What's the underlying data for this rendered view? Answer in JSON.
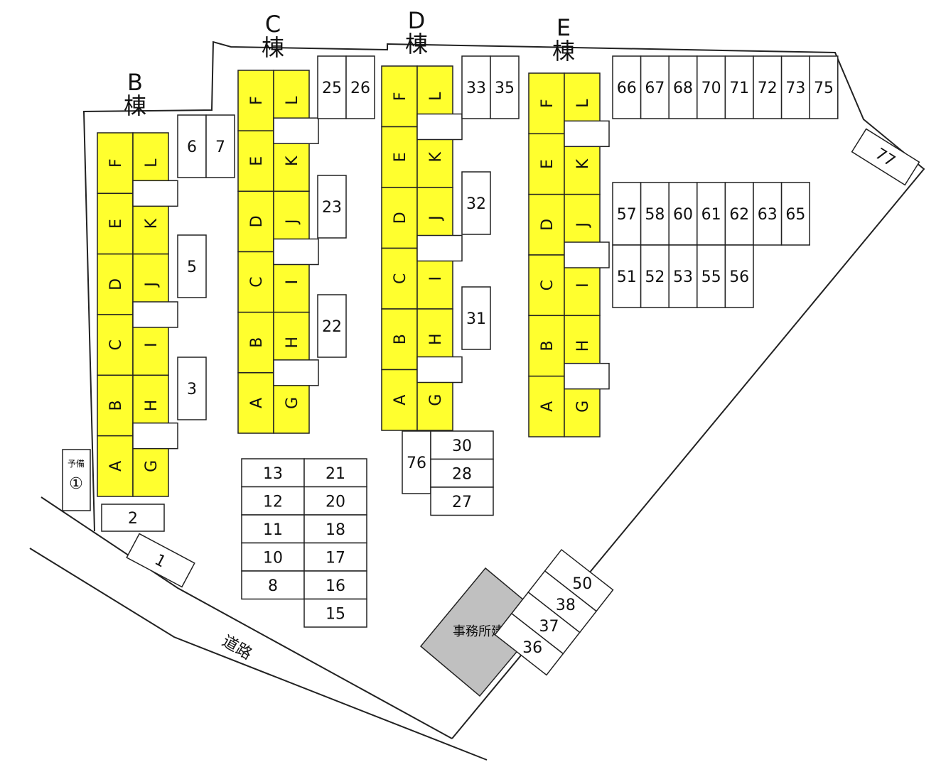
{
  "colors": {
    "unit_fill": "#ffff2e",
    "office_fill": "#c0c0c0",
    "line": "#222222"
  },
  "buildings": [
    {
      "id": "B",
      "title_letter": "B",
      "title_kanji": "棟",
      "units": [
        "A",
        "B",
        "C",
        "D",
        "E",
        "F",
        "G",
        "H",
        "I",
        "J",
        "K",
        "L"
      ]
    },
    {
      "id": "C",
      "title_letter": "C",
      "title_kanji": "棟",
      "units": [
        "A",
        "B",
        "C",
        "D",
        "E",
        "F",
        "G",
        "H",
        "I",
        "J",
        "K",
        "L"
      ]
    },
    {
      "id": "D",
      "title_letter": "D",
      "title_kanji": "棟",
      "units": [
        "A",
        "B",
        "C",
        "D",
        "E",
        "F",
        "G",
        "H",
        "I",
        "J",
        "K",
        "L"
      ]
    },
    {
      "id": "E",
      "title_letter": "E",
      "title_kanji": "棟",
      "units": [
        "A",
        "B",
        "C",
        "D",
        "E",
        "F",
        "G",
        "H",
        "I",
        "J",
        "K",
        "L"
      ]
    }
  ],
  "slots": {
    "b_side": [
      "6",
      "7",
      "5",
      "3"
    ],
    "c_side": [
      "25",
      "26",
      "23",
      "22"
    ],
    "d_side": [
      "33",
      "35",
      "32",
      "31"
    ],
    "top_right": [
      "66",
      "67",
      "68",
      "70",
      "71",
      "72",
      "73",
      "75"
    ],
    "mid_right_top": [
      "57",
      "58",
      "60",
      "61",
      "62",
      "63",
      "65"
    ],
    "mid_right_bottom": [
      "51",
      "52",
      "53",
      "55",
      "56"
    ],
    "corner": [
      "77"
    ],
    "center_left": [
      "13",
      "12",
      "11",
      "10",
      "8"
    ],
    "center_right": [
      "21",
      "20",
      "18",
      "17",
      "16",
      "15"
    ],
    "d_below": [
      "76",
      "30",
      "28",
      "27"
    ],
    "diagonal": [
      "50",
      "38",
      "37",
      "36"
    ],
    "bottom_left": [
      "2",
      "1"
    ]
  },
  "spare": {
    "label": "予備",
    "number": "①"
  },
  "road": {
    "label": "道路"
  },
  "office": {
    "label": "事務所建物"
  }
}
